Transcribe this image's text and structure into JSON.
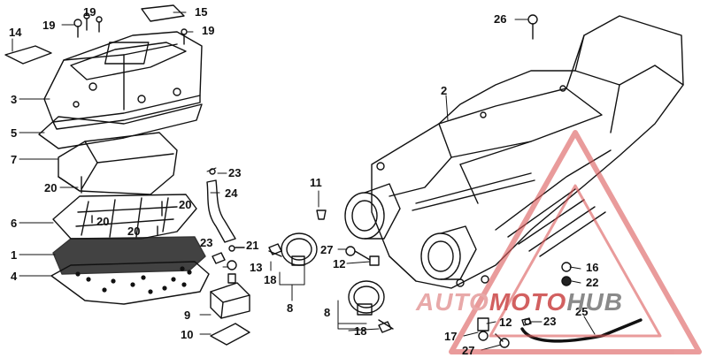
{
  "callouts": {
    "c1": "1",
    "c2": "2",
    "c3": "3",
    "c4": "4",
    "c5": "5",
    "c6": "6",
    "c7": "7",
    "c8a": "8",
    "c8b": "8",
    "c9": "9",
    "c10": "10",
    "c11": "11",
    "c12a": "12",
    "c12b": "12",
    "c13": "13",
    "c14": "14",
    "c15": "15",
    "c16": "16",
    "c17": "17",
    "c18a": "18",
    "c18b": "18",
    "c19a": "19",
    "c19b": "19",
    "c19c": "19",
    "c20a": "20",
    "c20b": "20",
    "c20c": "20",
    "c20d": "20",
    "c21": "21",
    "c22": "22",
    "c23a": "23",
    "c23b": "23",
    "c23c": "23",
    "c24": "24",
    "c25": "25",
    "c26": "26",
    "c27a": "27",
    "c27b": "27"
  },
  "watermark": {
    "text_part1": "AUTO",
    "text_part2": "MOTO",
    "text_part3": "HUB",
    "color_light": "#e8a9a9",
    "color_red": "#d26060",
    "color_grey": "#8a8a8a"
  }
}
